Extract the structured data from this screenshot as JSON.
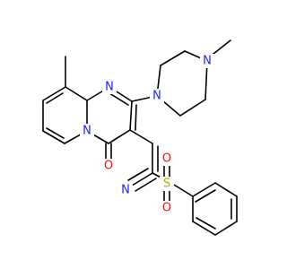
{
  "molecule": {
    "atoms": {
      "n_pip_top": {
        "label": "N",
        "color": "#2020ff"
      },
      "n_pip_bottom": {
        "label": "N",
        "color": "#2020ff"
      },
      "n_ring_top": {
        "label": "N",
        "color": "#2020ff"
      },
      "n_ring_bridge": {
        "label": "N",
        "color": "#2020ff"
      },
      "o_carbonyl": {
        "label": "O",
        "color": "#ff0d0d"
      },
      "s_sulfonyl": {
        "label": "S",
        "color": "#b2b200"
      },
      "o_sulfonyl_top": {
        "label": "O",
        "color": "#ff0d0d"
      },
      "o_sulfonyl_bottom": {
        "label": "O",
        "color": "#ff0d0d"
      },
      "n_nitrile": {
        "label": "N",
        "color": "#2020ff"
      }
    },
    "bond_color": "#000000"
  }
}
